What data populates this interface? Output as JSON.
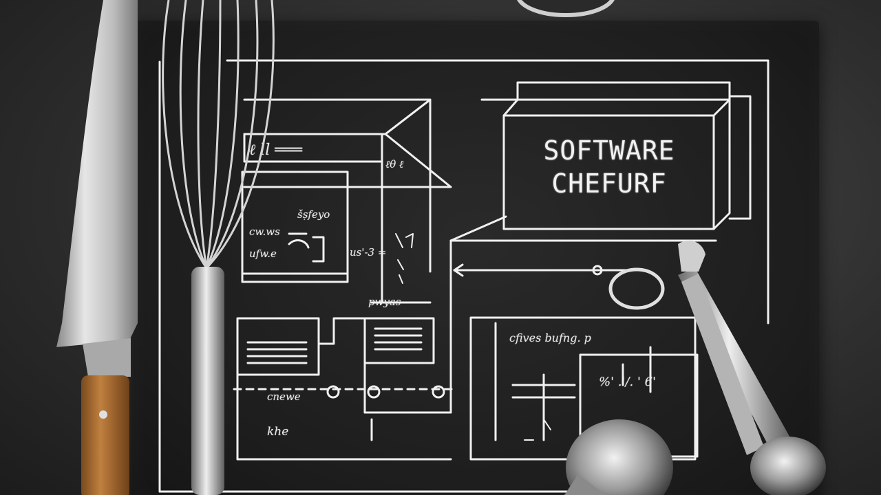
{
  "board": {
    "title_line1": "SOFTWARE",
    "title_line2": "CHEFURF"
  },
  "scribbles": {
    "top_label": "ℓ ll ═══",
    "side_label": "ℓθ ℓ",
    "left_panel_line1": "šṣfeyo",
    "left_panel_line2": "cw.ws",
    "left_panel_line3": "ufw.e",
    "mid_label": "us'-3 =",
    "puyas_label": "pwyas",
    "node_label": "o",
    "bottom_left_label1": "cnewe",
    "bottom_left_label2": "khe",
    "right_panel_label": "cfives bufng. p",
    "right_panel_marks": "%' .'/. ' 6'"
  },
  "colors": {
    "chalk": "#f2f2f2",
    "slate": "#1d1d1d",
    "background": "#2e2e2e",
    "knife_handle": "#b87838",
    "steel": "#c8c8c8"
  },
  "icons": {
    "knife": "chef-knife-icon",
    "whisk": "whisk-icon",
    "measuring_spoons": "measuring-spoons-icon",
    "bowl": "bowl-icon"
  }
}
